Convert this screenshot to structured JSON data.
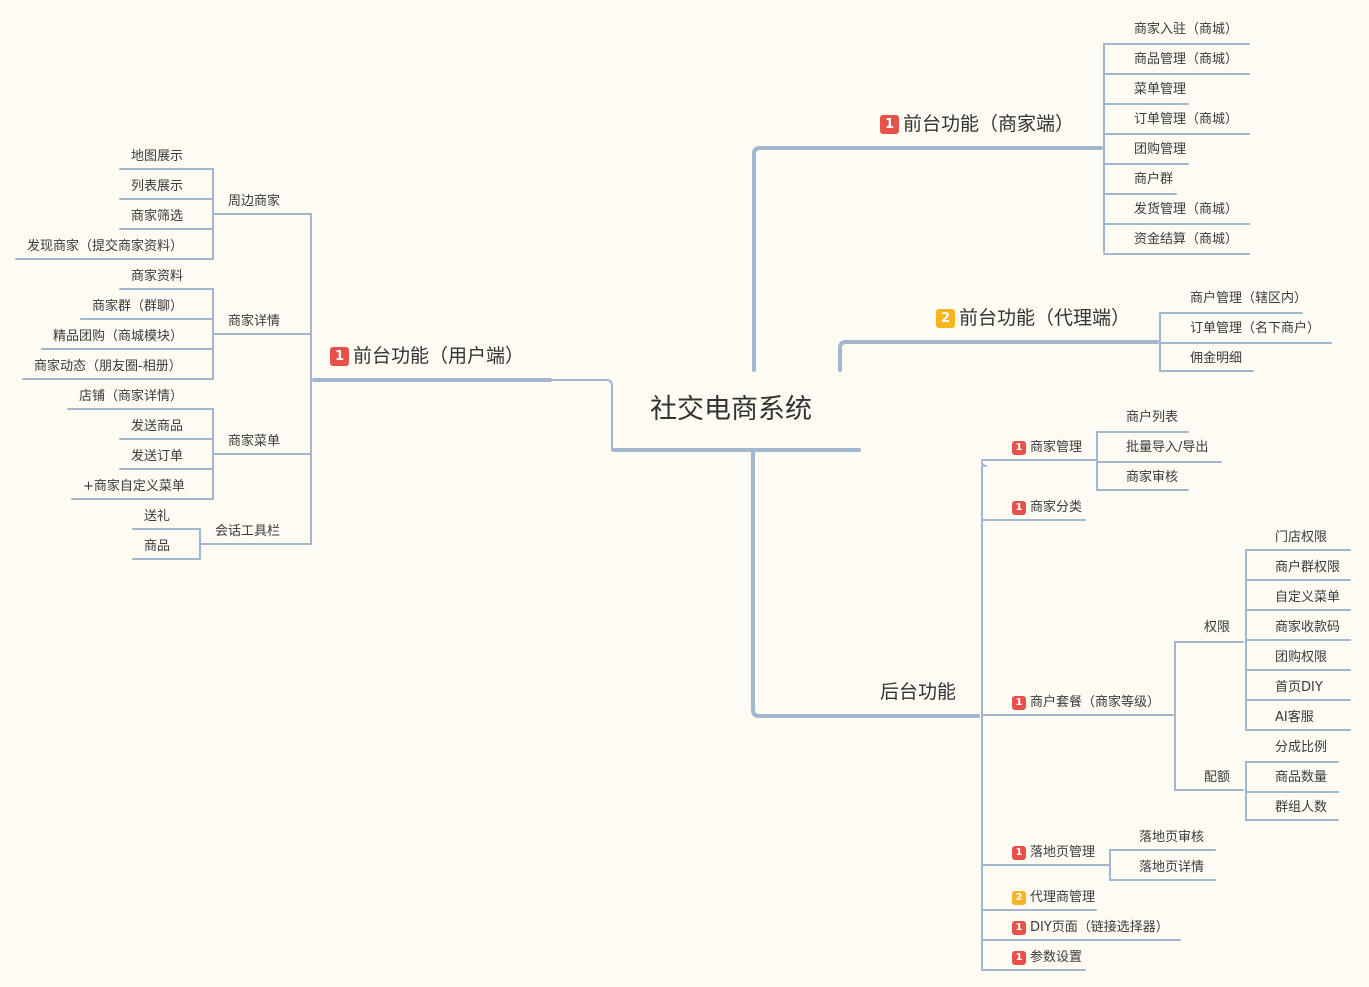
{
  "root": {
    "label": "社交电商系统"
  },
  "colors": {
    "line": "#a2b6cf",
    "background": "#fefbf3",
    "priority_1": "#e8504a",
    "priority_2": "#f7b320"
  },
  "branches": {
    "user": {
      "label": "前台功能（用户端）",
      "priority": "1",
      "groups": [
        {
          "label": "周边商家",
          "items": [
            "地图展示",
            "列表展示",
            "商家筛选",
            "发现商家（提交商家资料）"
          ]
        },
        {
          "label": "商家详情",
          "items": [
            "商家资料",
            "商家群（群聊）",
            "精品团购（商城模块）",
            "商家动态（朋友圈-相册）"
          ]
        },
        {
          "label": "商家菜单",
          "items": [
            "店铺（商家详情）",
            "发送商品",
            "发送订单",
            "+商家自定义菜单"
          ]
        },
        {
          "label": "会话工具栏",
          "items": [
            "送礼",
            "商品"
          ]
        }
      ]
    },
    "merchant": {
      "label": "前台功能（商家端）",
      "priority": "1",
      "items": [
        "商家入驻（商城）",
        "商品管理（商城）",
        "菜单管理",
        "订单管理（商城）",
        "团购管理",
        "商户群",
        "发货管理（商城）",
        "资金结算（商城）"
      ]
    },
    "agent": {
      "label": "前台功能（代理端）",
      "priority": "2",
      "items": [
        "商户管理（辖区内）",
        "订单管理（名下商户）",
        "佣金明细"
      ]
    },
    "admin": {
      "label": "后台功能",
      "modules": [
        {
          "label": "商家管理",
          "priority": "1",
          "items": [
            "商户列表",
            "批量导入/导出",
            "商家审核"
          ]
        },
        {
          "label": "商家分类",
          "priority": "1"
        },
        {
          "label": "商户套餐（商家等级）",
          "priority": "1",
          "groups": [
            {
              "label": "权限",
              "items": [
                "门店权限",
                "商户群权限",
                "自定义菜单",
                "商家收款码",
                "团购权限",
                "首页DIY",
                "AI客服"
              ]
            },
            {
              "label": "配额",
              "items": [
                "分成比例",
                "商品数量",
                "群组人数"
              ]
            }
          ]
        },
        {
          "label": "落地页管理",
          "priority": "1",
          "items": [
            "落地页审核",
            "落地页详情"
          ]
        },
        {
          "label": "代理商管理",
          "priority": "2"
        },
        {
          "label": "DIY页面（链接选择器）",
          "priority": "1"
        },
        {
          "label": "参数设置",
          "priority": "1"
        }
      ]
    }
  }
}
